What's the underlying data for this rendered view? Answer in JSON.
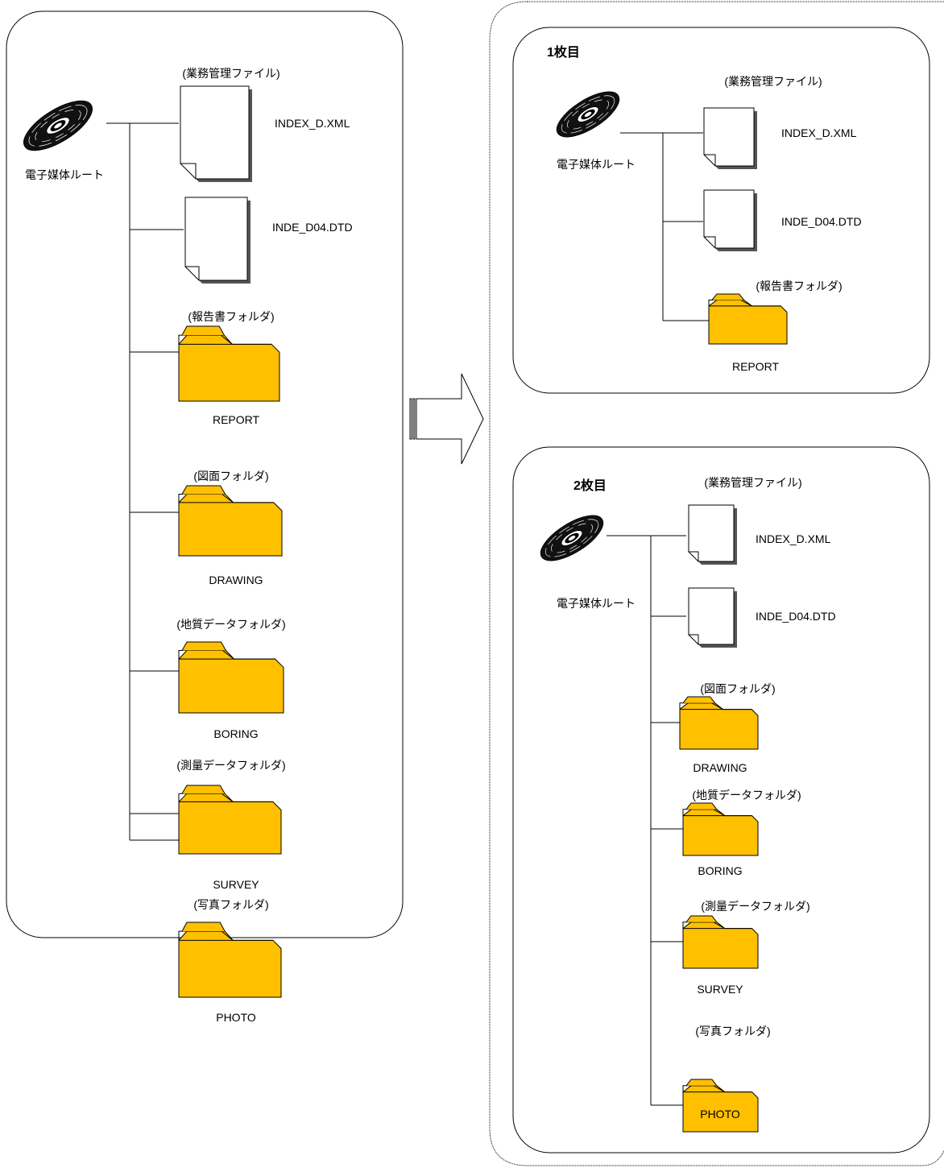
{
  "colors": {
    "folder_fill": "#FFC000",
    "line": "#000000",
    "background": "#FFFFFF"
  },
  "icons": {
    "root": "cd-disc-icon",
    "file": "document-icon",
    "folder": "folder-icon",
    "arrow": "arrow-right-icon"
  },
  "original": {
    "root_label": "電子媒体ルート",
    "files": [
      {
        "caption": "(業務管理ファイル)",
        "name": "INDEX_D.XML"
      },
      {
        "caption": "",
        "name": "INDE_D04.DTD"
      }
    ],
    "folders": [
      {
        "caption": "(報告書フォルダ)",
        "name": "REPORT"
      },
      {
        "caption": "(図面フォルダ)",
        "name": "DRAWING"
      },
      {
        "caption": "(地質データフォルダ)",
        "name": "BORING"
      },
      {
        "caption": "(測量データフォルダ)",
        "name": "SURVEY"
      },
      {
        "caption": "(写真フォルダ)",
        "name": "PHOTO"
      }
    ]
  },
  "disc1": {
    "title": "1枚目",
    "root_label": "電子媒体ルート",
    "files": [
      {
        "caption": "(業務管理ファイル)",
        "name": "INDEX_D.XML"
      },
      {
        "caption": "",
        "name": "INDE_D04.DTD"
      }
    ],
    "folders": [
      {
        "caption": "(報告書フォルダ)",
        "name": "REPORT"
      }
    ]
  },
  "disc2": {
    "title": "2枚目",
    "root_label": "電子媒体ルート",
    "files": [
      {
        "caption": "(業務管理ファイル)",
        "name": "INDEX_D.XML"
      },
      {
        "caption": "",
        "name": "INDE_D04.DTD"
      }
    ],
    "folders": [
      {
        "caption": "(図面フォルダ)",
        "name": "DRAWING"
      },
      {
        "caption": "(地質データフォルダ)",
        "name": "BORING"
      },
      {
        "caption": "(測量データフォルダ)",
        "name": "SURVEY"
      },
      {
        "caption": "(写真フォルダ)",
        "name": "PHOTO"
      }
    ]
  }
}
